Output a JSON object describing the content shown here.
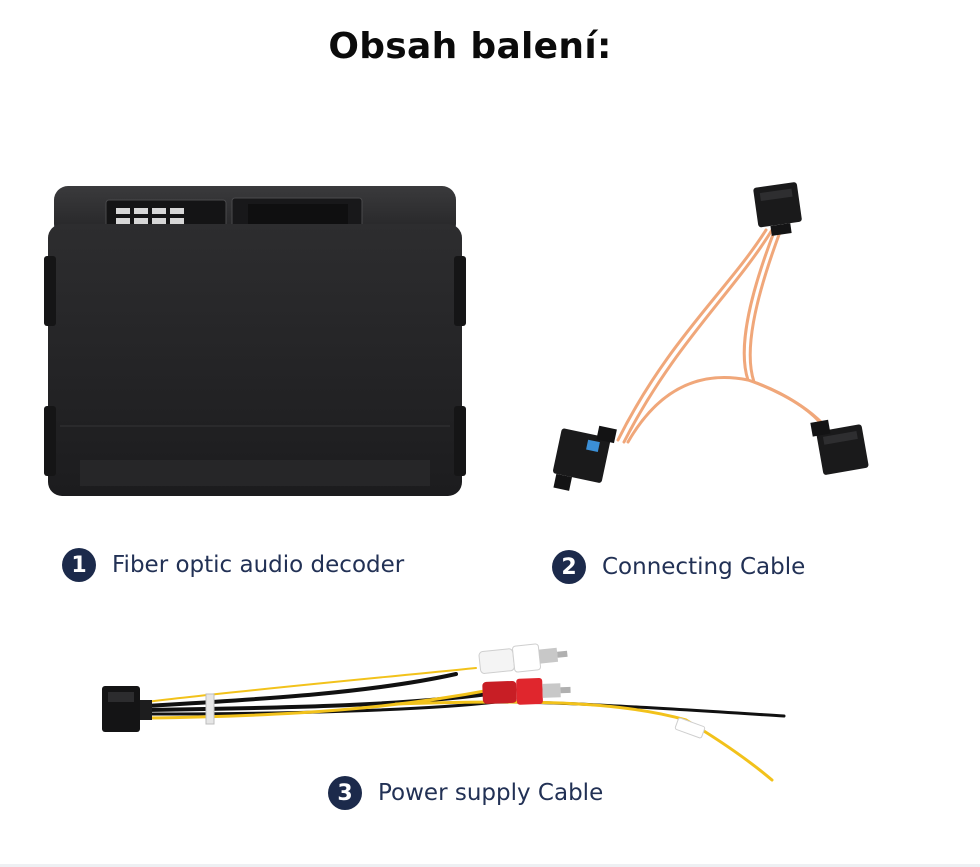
{
  "title": "Obsah balení:",
  "items": [
    {
      "number": "1",
      "label": "Fiber optic audio decoder",
      "icon": "decoder-box"
    },
    {
      "number": "2",
      "label": "Connecting Cable",
      "icon": "fiber-y-cable"
    },
    {
      "number": "3",
      "label": "Power supply Cable",
      "icon": "power-harness"
    }
  ],
  "colors": {
    "badge": "#1c2a4b",
    "label_text": "#223155",
    "fiber_cable": "#f0a77a",
    "rca_red": "#d8232a",
    "rca_white": "#ffffff",
    "wire_yellow": "#f2c21b",
    "wire_black": "#111111"
  }
}
